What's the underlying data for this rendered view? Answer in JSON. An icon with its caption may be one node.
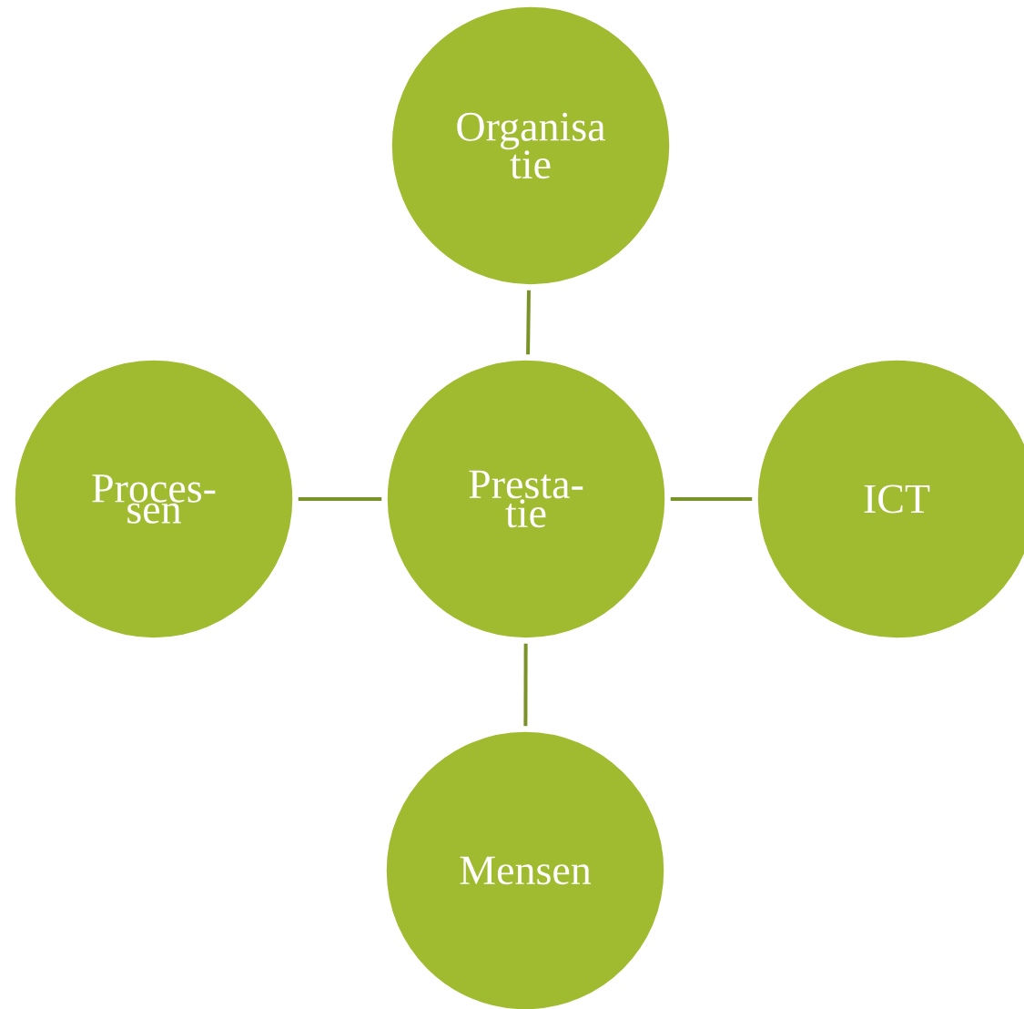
{
  "diagram": {
    "nodes": [
      {
        "text": [
          "Organisa tie"
        ]
      },
      {
        "text": [
          "Proces- sen"
        ]
      },
      {
        "text": [
          "Presta- tie"
        ]
      },
      {
        "text": [
          "ICT"
        ]
      },
      {
        "text": [
          "Mensen"
        ]
      }
    ],
    "edges": [
      {
        "from": 0,
        "to": 2,
        "arrow": "none"
      },
      {
        "from": 1,
        "to": 2,
        "arrow": "none"
      },
      {
        "from": 2,
        "to": 3,
        "arrow": "none"
      },
      {
        "from": 2,
        "to": 4,
        "arrow": "none"
      }
    ]
  }
}
